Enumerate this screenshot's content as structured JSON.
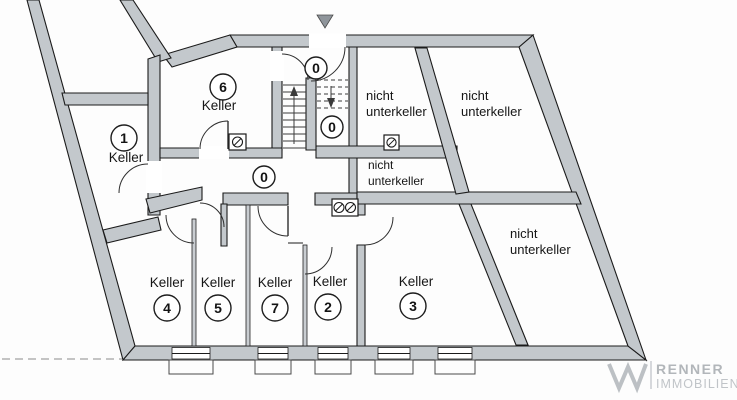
{
  "colors": {
    "wall_fill": "#c3c8cc",
    "outline": "#1b1b1b",
    "text": "#161616",
    "logo_gray": "#b2b6ba",
    "background": "#fdfdfd"
  },
  "rooms": {
    "keller_1": {
      "name": "Keller",
      "number": "1"
    },
    "keller_2": {
      "name": "Keller",
      "number": "2"
    },
    "keller_3": {
      "name": "Keller",
      "number": "3"
    },
    "keller_4": {
      "name": "Keller",
      "number": "4"
    },
    "keller_5": {
      "name": "Keller",
      "number": "5"
    },
    "keller_6": {
      "name": "Keller",
      "number": "6"
    },
    "keller_7": {
      "name": "Keller",
      "number": "7"
    },
    "hall_entrance": {
      "number": "0"
    },
    "hall_stair_landing": {
      "number": "0"
    },
    "corridor": {
      "number": "0"
    },
    "no_basement_top_left": {
      "line1": "nicht",
      "line2": "unterkeller"
    },
    "no_basement_top_right": {
      "line1": "nicht",
      "line2": "unterkeller"
    },
    "no_basement_mid_left": {
      "line1": "nicht",
      "line2": "unterkeller"
    },
    "no_basement_bottom_right": {
      "line1": "nicht",
      "line2": "unterkeller"
    }
  },
  "logo": {
    "brand": "RENNER",
    "division": "IMMOBILIEN"
  }
}
